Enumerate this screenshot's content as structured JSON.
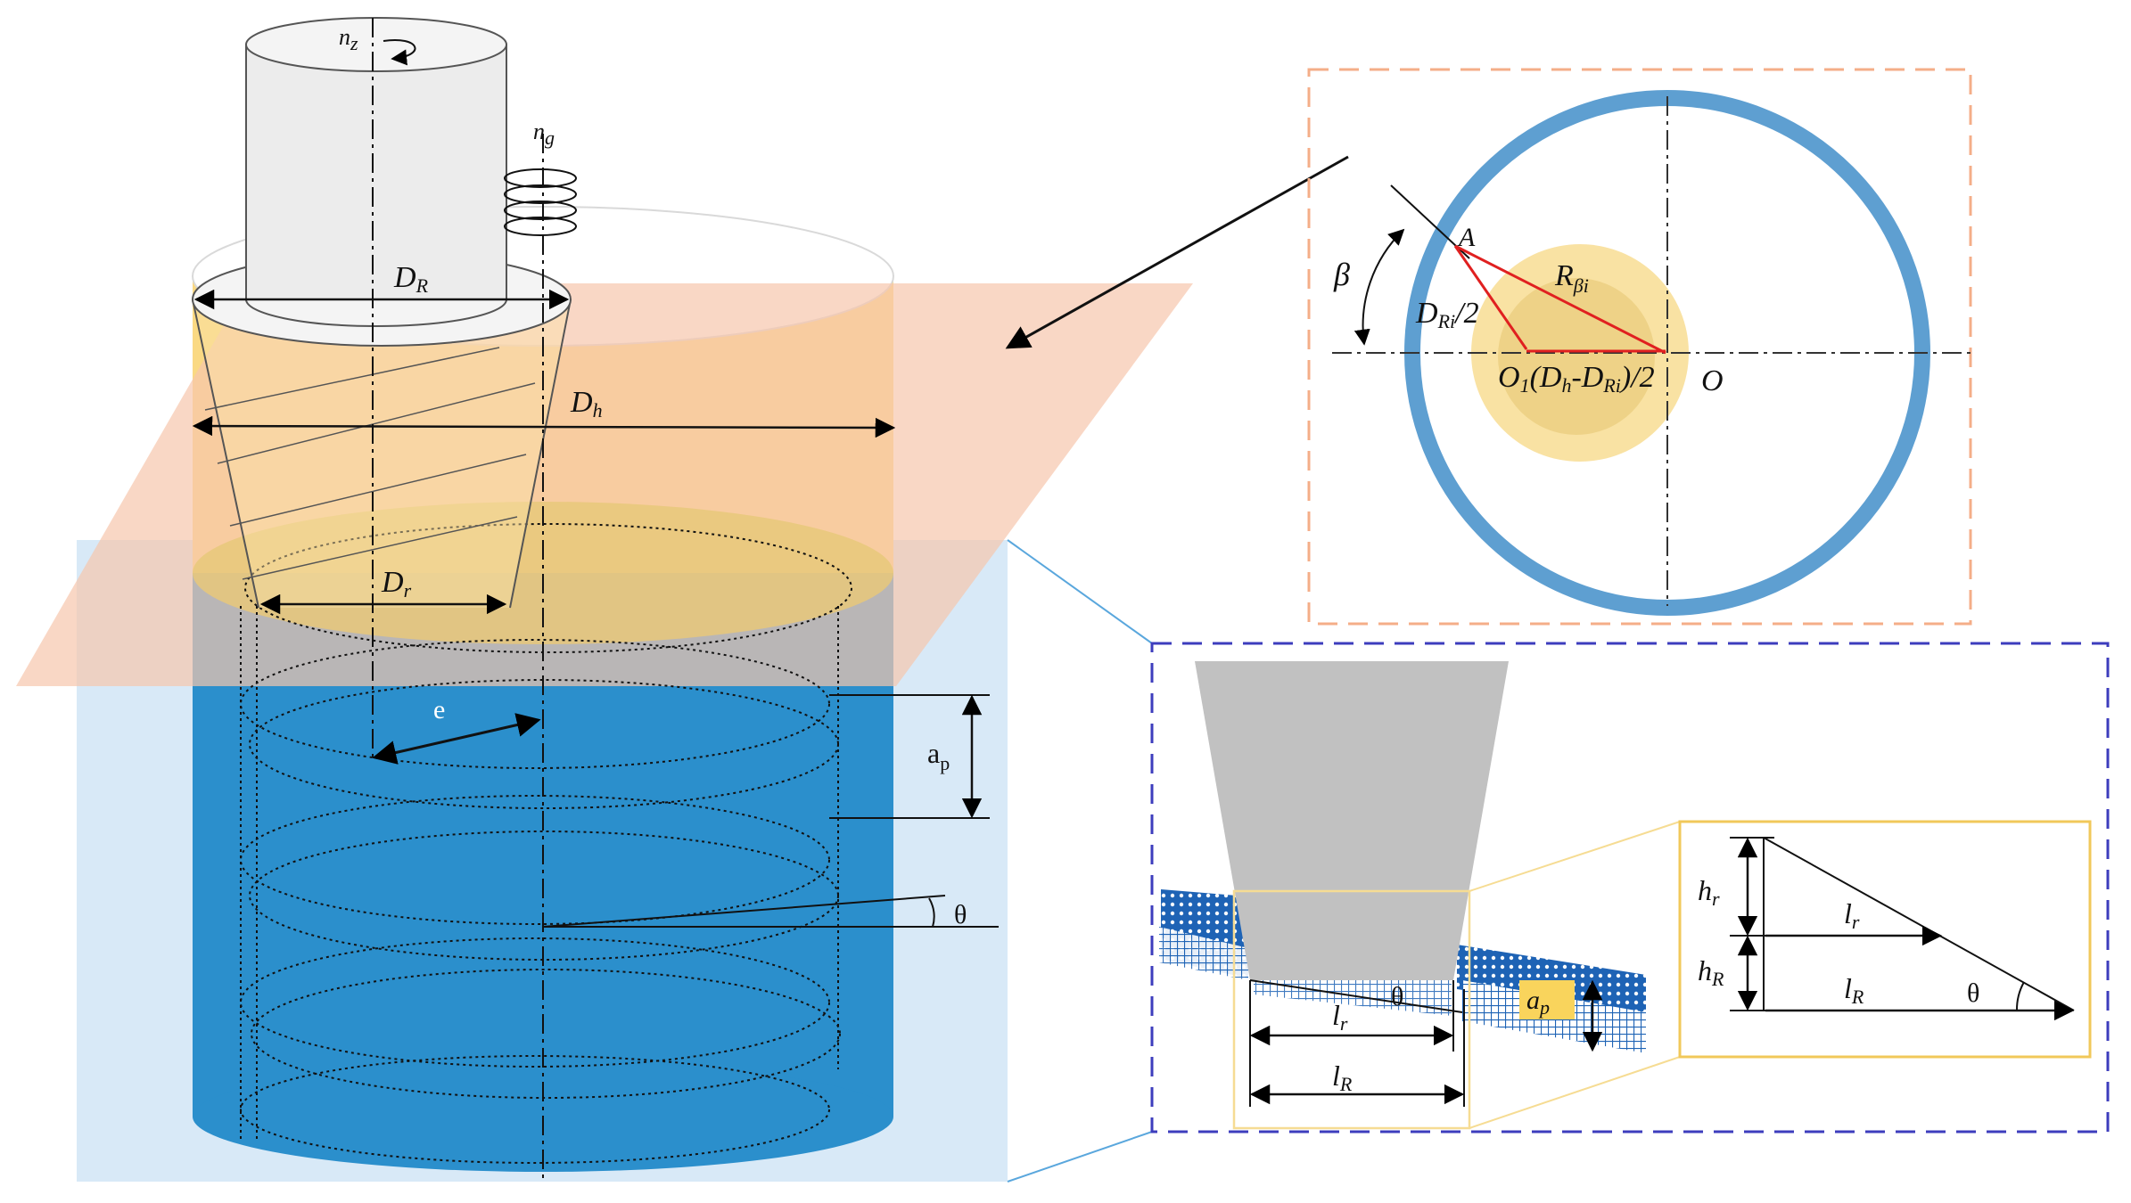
{
  "main": {
    "n_z": "n",
    "n_z_sub": "z",
    "n_g": "n",
    "n_g_sub": "g",
    "D_R": "D",
    "D_R_sub": "R",
    "D_h": "D",
    "D_h_sub": "h",
    "D_r": "D",
    "D_r_sub": "r",
    "e": "e",
    "a_p": "a",
    "a_p_sub": "p",
    "theta": "θ"
  },
  "top_inset": {
    "beta": "β",
    "A": "A",
    "R_beta_i": "R",
    "R_beta_i_sub": "βi",
    "D_Ri_half": "D",
    "D_Ri_half_sub": "Ri",
    "D_Ri_half_tail": "/2",
    "O1_label": "O",
    "O1_sub": "1",
    "offset_open": "(D",
    "offset_sub_h": "h",
    "offset_mid": "-D",
    "offset_sub_Ri": "Ri",
    "offset_close": ")/2",
    "O": "O"
  },
  "bottom_inset": {
    "l_r": "l",
    "l_r_sub": "r",
    "l_R": "l",
    "l_R_sub": "R",
    "theta": "θ",
    "a_p": "a",
    "a_p_sub": "p"
  },
  "triangle_inset": {
    "h_r": "h",
    "h_r_sub": "r",
    "h_R": "h",
    "h_R_sub": "R",
    "l_r": "l",
    "l_r_sub": "r",
    "l_R": "l",
    "l_R_sub": "R",
    "theta": "θ"
  },
  "colors": {
    "workpiece_blue": "#2b8fcc",
    "light_blue_plane": "#d8e9f7",
    "orange_plane": "#f7c6ac",
    "yellow_band": "#f9dc86",
    "tool_gray": "#c1c1c1",
    "ring_blue": "#5e9fd1",
    "orange_dash": "#f4ae88",
    "navy_dash": "#3d3dbd",
    "yellow_frame": "#f1c85a"
  }
}
